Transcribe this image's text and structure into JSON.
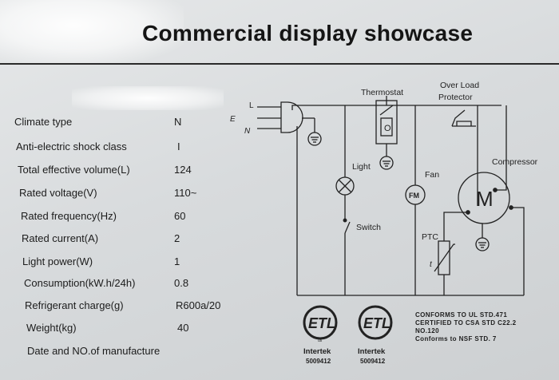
{
  "title": "Commercial display showcase",
  "specs": [
    {
      "label": "Climate type",
      "value": "N"
    },
    {
      "label": "Anti-electric shock class",
      "value": "I"
    },
    {
      "label": "Total effective volume(L)",
      "value": "124"
    },
    {
      "label": "Rated voltage(V)",
      "value": "110~"
    },
    {
      "label": "Rated frequency(Hz)",
      "value": "60"
    },
    {
      "label": "Rated current(A)",
      "value": "2"
    },
    {
      "label": "Light power(W)",
      "value": "1"
    },
    {
      "label": "Consumption(kW.h/24h)",
      "value": "0.8"
    },
    {
      "label": "Refrigerant charge(g)",
      "value": "R600a/20"
    },
    {
      "label": "Weight(kg)",
      "value": "40"
    }
  ],
  "date_label": "Date and NO.of manufacture",
  "diagram": {
    "line_L": "L",
    "line_E": "E",
    "line_N": "N",
    "thermostat": "Thermostat",
    "thermostat_symbol": "O",
    "overload_line1": "Over Load",
    "overload_line2": "Protector",
    "light": "Light",
    "switch": "Switch",
    "fan": "Fan",
    "fan_symbol": "FM",
    "compressor": "Compressor",
    "compressor_symbol": "M",
    "ptc": "PTC",
    "ptc_symbol": "t"
  },
  "certifications": {
    "mark_text": "ETL",
    "brand": "Intertek",
    "mark1_number": "5009412",
    "mark2_number": "5009412",
    "us_mark": "us",
    "conformity_lines": [
      "CONFORMS TO UL STD.471",
      "CERTIFIED TO CSA STD C22.2",
      "NO.120",
      "Conforms to NSF STD. 7"
    ]
  }
}
